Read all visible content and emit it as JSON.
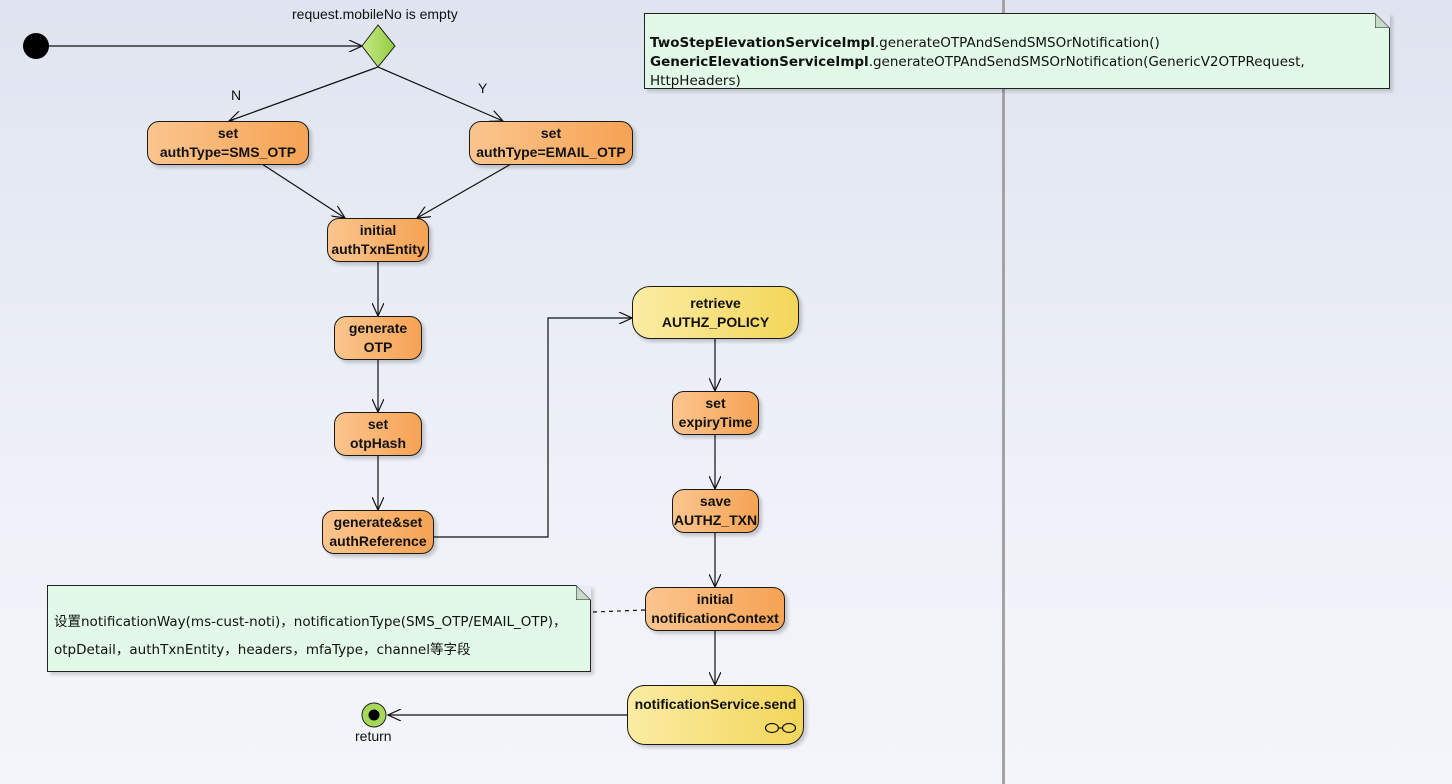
{
  "diagram": {
    "type": "activity",
    "colors": {
      "action_orange_start": "#fbc58e",
      "action_orange_end": "#f6a354",
      "action_yellow_start": "#fbeca4",
      "action_yellow_end": "#f3d65a",
      "note_fill": "#e2f9e8",
      "decision_fill": "#a8d85a",
      "final_fill": "#a8d85a"
    },
    "decision": {
      "label": "request.mobileNo is empty",
      "branch_no": "N",
      "branch_yes": "Y"
    },
    "actions": {
      "set_sms": [
        "set",
        "authType=SMS_OTP"
      ],
      "set_email": [
        "set",
        "authType=EMAIL_OTP"
      ],
      "initial_auth": [
        "initial",
        "authTxnEntity"
      ],
      "generate_otp": [
        "generate",
        "OTP"
      ],
      "set_otphash": [
        "set",
        "otpHash"
      ],
      "gen_ref": [
        "generate&set",
        "authReference"
      ],
      "retrieve_policy": [
        "retrieve",
        "AUTHZ_POLICY"
      ],
      "set_expiry": [
        "set",
        "expiryTime"
      ],
      "save_txn": [
        "save",
        "AUTHZ_TXN"
      ],
      "initial_ctx": [
        "initial",
        "notificationContext"
      ],
      "send": [
        "notificationService.send"
      ]
    },
    "final": {
      "label": "return"
    },
    "notes": {
      "methods": {
        "line1_bold": "TwoStepElevationServiceImpl",
        "line1_rest": ".generateOTPAndSendSMSOrNotification()",
        "line2_bold": "GenericElevationServiceImpl",
        "line2_rest": ".generateOTPAndSendSMSOrNotification(GenericV2OTPRequest, HttpHeaders)"
      },
      "context": {
        "line1": "设置notificationWay(ms-cust-noti)，notificationType(SMS_OTP/EMAIL_OTP)，",
        "line2": "otpDetail，authTxnEntity，headers，mfaType，channel等字段"
      }
    }
  }
}
